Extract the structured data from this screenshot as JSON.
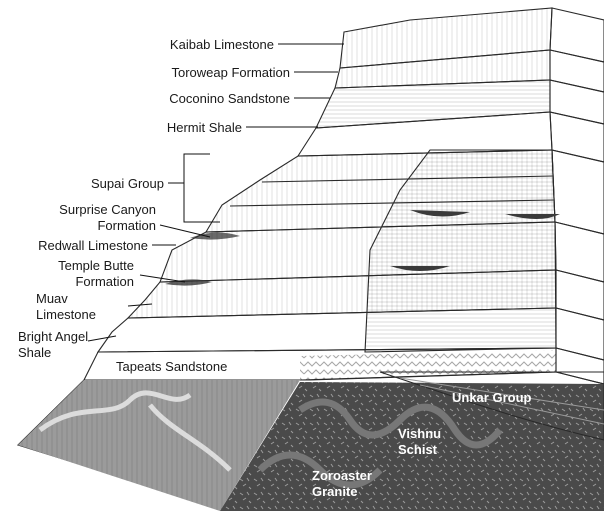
{
  "diagram": {
    "labels": {
      "kaibab": "Kaibab Limestone",
      "toroweap": "Toroweap Formation",
      "coconino": "Coconino Sandstone",
      "hermit": "Hermit Shale",
      "supai": "Supai Group",
      "surprise_1": "Surprise Canyon",
      "surprise_2": "Formation",
      "redwall": "Redwall Limestone",
      "temple_1": "Temple Butte",
      "temple_2": "Formation",
      "muav_1": "Muav",
      "muav_2": "Limestone",
      "bright_1": "Bright Angel",
      "bright_2": "Shale",
      "tapeats": "Tapeats Sandstone",
      "unkar": "Unkar Group",
      "vishnu_1": "Vishnu",
      "vishnu_2": "Schist",
      "zoroaster_1": "Zoroaster",
      "zoroaster_2": "Granite"
    },
    "colors": {
      "background": "#ffffff",
      "kaibab": "#d9d9d9",
      "toroweap": "#c9c9c9",
      "coconino": "#e0e0e0",
      "hermit": "#a9a9a9",
      "supai": "#bdbdbd",
      "redwall": "#9a9a9a",
      "muav": "#b0b0b0",
      "bright_angel": "#c4c4c4",
      "tapeats": "#cfcfcf",
      "basement_light": "#8c8c8c",
      "basement_dark": "#4a4a4a",
      "unkar": "#5c5c5c",
      "side_dark": "#6d6d6d"
    }
  }
}
